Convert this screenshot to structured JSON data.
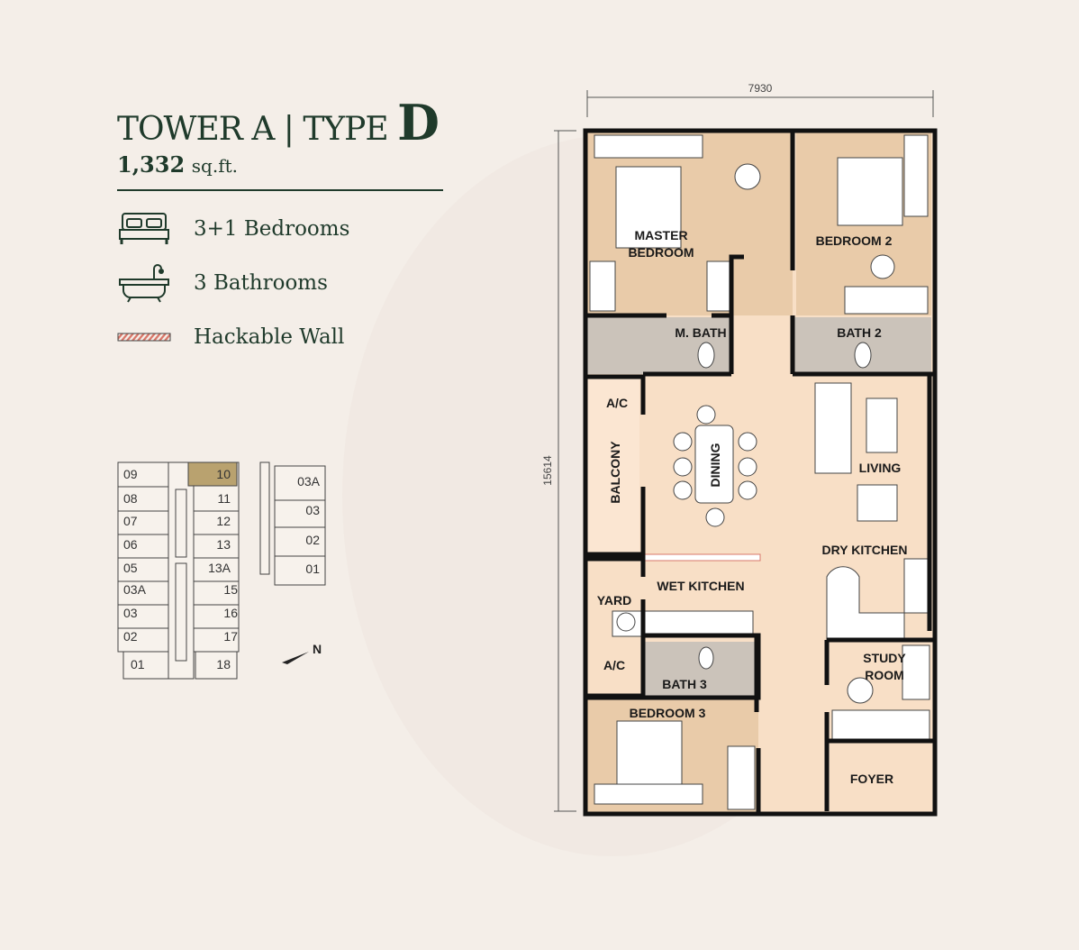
{
  "header": {
    "title_prefix": "TOWER A | TYPE ",
    "title_type": "D",
    "area_value": "1,332",
    "area_unit": "sq.ft."
  },
  "features": [
    {
      "icon": "bed-icon",
      "label": "3+1 Bedrooms"
    },
    {
      "icon": "bathtub-icon",
      "label": "3 Bathrooms"
    },
    {
      "icon": "hackable-wall-icon",
      "label": "Hackable Wall"
    }
  ],
  "key_plan": {
    "left_units": [
      "09",
      "08",
      "07",
      "06",
      "05",
      "03A",
      "03",
      "02",
      "01"
    ],
    "right_units": [
      "10",
      "11",
      "12",
      "13",
      "13A",
      "15",
      "16",
      "17",
      "18"
    ],
    "block_units": [
      "03A",
      "03",
      "02",
      "01"
    ],
    "highlighted": "10",
    "north_label": "N"
  },
  "dimensions": {
    "width": "7930",
    "height": "15614"
  },
  "rooms": {
    "master_bedroom_1": "MASTER",
    "master_bedroom_2": "BEDROOM",
    "bedroom2": "BEDROOM 2",
    "m_bath": "M. BATH",
    "bath2": "BATH 2",
    "ac_top": "A/C",
    "balcony": "BALCONY",
    "dining": "DINING",
    "living": "LIVING",
    "dry_kitchen": "DRY KITCHEN",
    "wet_kitchen": "WET KITCHEN",
    "yard": "YARD",
    "ac_bottom": "A/C",
    "bath3": "BATH 3",
    "study_1": "STUDY",
    "study_2": "ROOM",
    "bedroom3": "BEDROOM 3",
    "foyer": "FOYER"
  },
  "colors": {
    "title": "#1f3a2b",
    "bedroom": "#e9cba9",
    "common": "#f8dfc6",
    "bath": "#cbc3ba",
    "highlight": "#b9a26f",
    "hackable": "#d9776a"
  }
}
